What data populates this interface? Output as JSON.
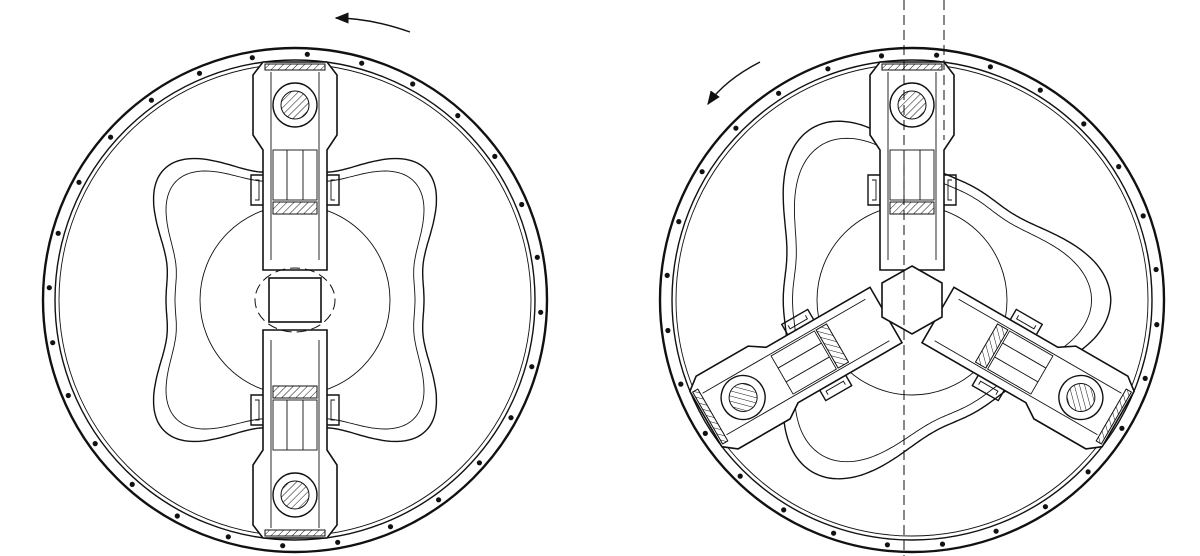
{
  "colors": {
    "ink": "#111111",
    "paper": "#ffffff"
  },
  "figures": [
    {
      "id": "left",
      "arms": 2,
      "cam_lobes": 4,
      "arrow": "counterclockwise"
    },
    {
      "id": "right",
      "arms": 3,
      "cam_lobes": 3,
      "arrow": "counterclockwise"
    }
  ]
}
